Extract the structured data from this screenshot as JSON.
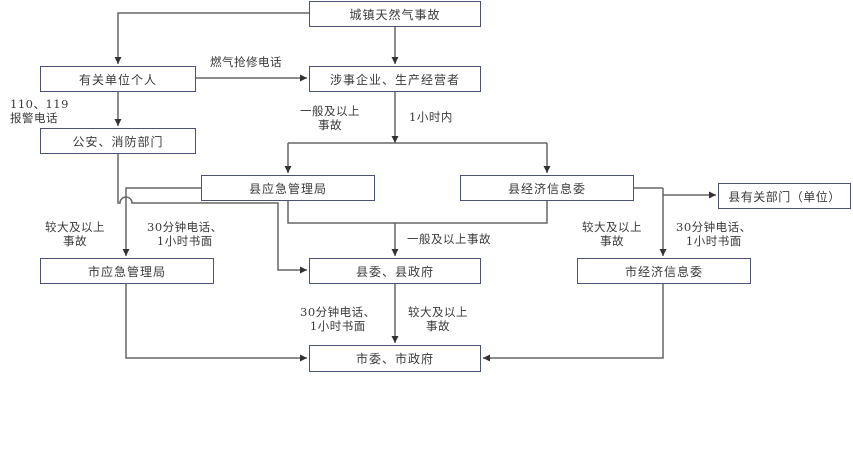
{
  "nodes": {
    "incident": "城镇天然气事故",
    "individuals": "有关单位个人",
    "enterprise": "涉事企业、生产经营者",
    "police_fire": "公安、消防部门",
    "county_emergency": "县应急管理局",
    "county_econ": "县经济信息委",
    "county_depts": "县有关部门（单位）",
    "city_emergency": "市应急管理局",
    "county_gov": "县委、县政府",
    "city_econ": "市经济信息委",
    "city_gov": "市委、市政府"
  },
  "labels": {
    "gas_repair_phone": "燃气抢修电话",
    "alarm_phone": "110、119\n报警电话",
    "general_accident_1": "一般及以上\n事故",
    "within_1h": "1小时内",
    "larger_accident_left": "较大及以上\n事故",
    "report_left": "30分钟电话、\n1小时书面",
    "general_accident_2": "一般及以上事故",
    "larger_accident_right": "较大及以上\n事故",
    "report_right": "30分钟电话、\n1小时书面",
    "report_center": "30分钟电话、\n1小时书面",
    "larger_accident_center": "较大及以上\n事故"
  },
  "colors": {
    "box_border": "#4a5275",
    "line": "#666666",
    "text": "#3a3a3a"
  }
}
